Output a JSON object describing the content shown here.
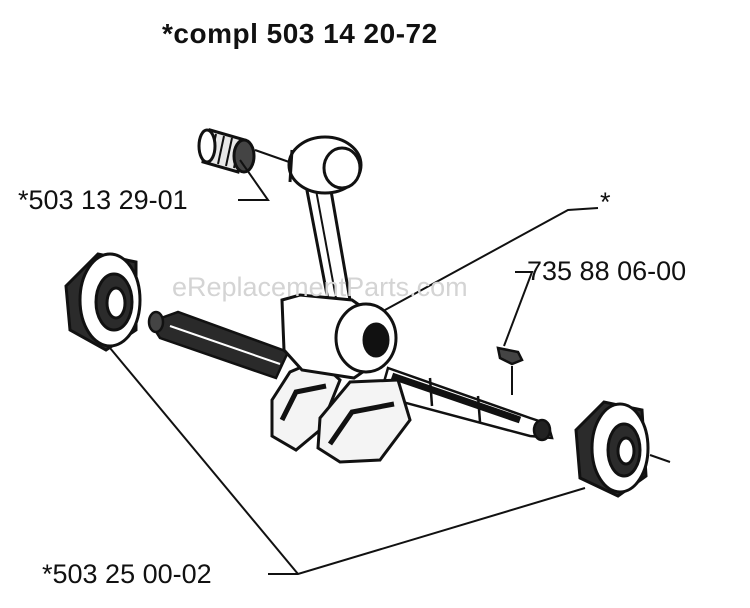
{
  "title": "*compl 503 14 20-72",
  "watermark": "eReplacementParts.com",
  "labels": {
    "needle_bearing": "*503 13 29-01",
    "crankshaft": "*",
    "key": "735 88 06-00",
    "ball_bearing": "*503 25 00-02"
  },
  "colors": {
    "ink": "#111111",
    "watermark": "#d4d4d4"
  }
}
